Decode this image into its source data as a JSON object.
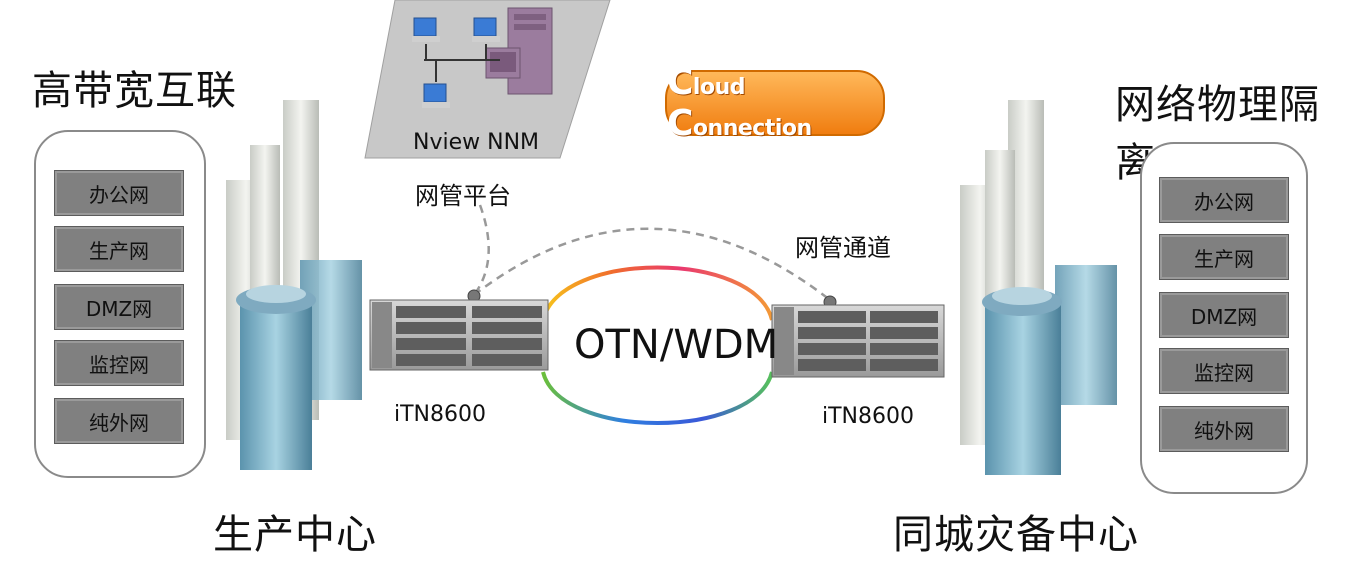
{
  "left_title": "高带宽互联",
  "right_title": "网络物理隔离",
  "left_networks": [
    "办公网",
    "生产网",
    "DMZ网",
    "监控网",
    "纯外网"
  ],
  "right_networks": [
    "办公网",
    "生产网",
    "DMZ网",
    "监控网",
    "纯外网"
  ],
  "nms_label": "Nview NNM",
  "nms_caption": "网管平台",
  "logo": {
    "first": "C",
    "rest1": "loud ",
    "second": "C",
    "rest2": "onnection"
  },
  "ring_label": "OTN/WDM",
  "channel_label": "网管通道",
  "left_device": "iTN8600",
  "right_device": "iTN8600",
  "left_site": "生产中心",
  "right_site": "同城灾备中心"
}
